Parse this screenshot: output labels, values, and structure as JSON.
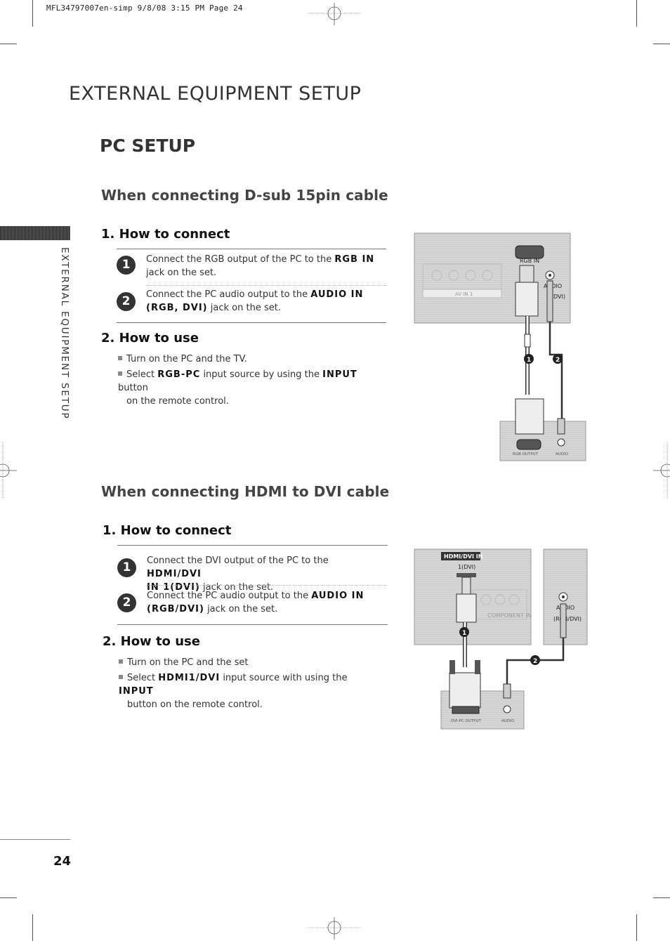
{
  "slug": "MFL34797007en-simp 9/8/08 3:15 PM Page 24",
  "page_title": "EXTERNAL EQUIPMENT SETUP",
  "section_title": "PC SETUP",
  "side_tab_label": "EXTERNAL EQUIPMENT SETUP",
  "page_number": "24",
  "dsub": {
    "heading": "When connecting D-sub 15pin cable",
    "connect_heading": "1. How to connect",
    "steps": [
      {
        "num": "1",
        "pre": "Connect the RGB output of the PC to the ",
        "bold": "RGB IN",
        "post": "jack on the set."
      },
      {
        "num": "2",
        "pre": "Connect the PC audio output to the ",
        "bold": "AUDIO IN",
        "bold2": "(RGB, DVI)",
        "post": "jack on the set."
      }
    ],
    "use_heading": "2. How to use",
    "use_items": [
      {
        "pre": "Turn on the PC and the TV.",
        "bold": "",
        "post": ""
      },
      {
        "pre": "Select ",
        "bold": "RGB-PC",
        "mid": " input source by using the ",
        "bold2": "INPUT",
        "post": " button",
        "line2": "on the remote control."
      }
    ],
    "diagram_labels": {
      "rgb_in": "RGB IN",
      "audio": "AUDIO",
      "dvi_suffix": "DVI)",
      "av_in": "AV IN 1",
      "rgb_output": "RGB OUTPUT",
      "audio_pc": "AUDIO",
      "badge1": "1",
      "badge2": "2"
    }
  },
  "hdmi": {
    "heading": "When connecting HDMI to DVI cable",
    "connect_heading": "1. How to connect",
    "steps": [
      {
        "num": "1",
        "pre": "Connect the DVI output of the PC to the ",
        "bold": "HDMI/DVI",
        "bold2": "IN 1(DVI)",
        "post": "jack on the set."
      },
      {
        "num": "2",
        "pre": "Connect the PC audio output to the ",
        "bold": "AUDIO IN",
        "bold2": "(RGB/DVI)",
        "post": "jack on the set."
      }
    ],
    "use_heading": "2. How to use",
    "use_items": [
      {
        "pre": "Turn on the PC and the set",
        "bold": "",
        "post": ""
      },
      {
        "pre": "Select ",
        "bold": "HDMI1/DVI",
        "mid": " input source with using the ",
        "bold2": "INPUT",
        "post": "",
        "line2": "button on the remote control."
      }
    ],
    "diagram_labels": {
      "hdmi_dvi_in": "HDMI/DVI IN",
      "one_dvi": "1(DVI)",
      "component": "COMPONENT IN",
      "audio": "AUDIO",
      "rgb_dvi": "(RGB/DVI)",
      "dvi_pc_output": "DVI-PC OUTPUT",
      "audio_pc": "AUDIO",
      "badge1": "1",
      "badge2": "2"
    }
  },
  "colors": {
    "text": "#333333",
    "diagram_fill": "#d4d4d4",
    "diagram_hatch": "#bdbdbd",
    "badge": "#333333"
  }
}
